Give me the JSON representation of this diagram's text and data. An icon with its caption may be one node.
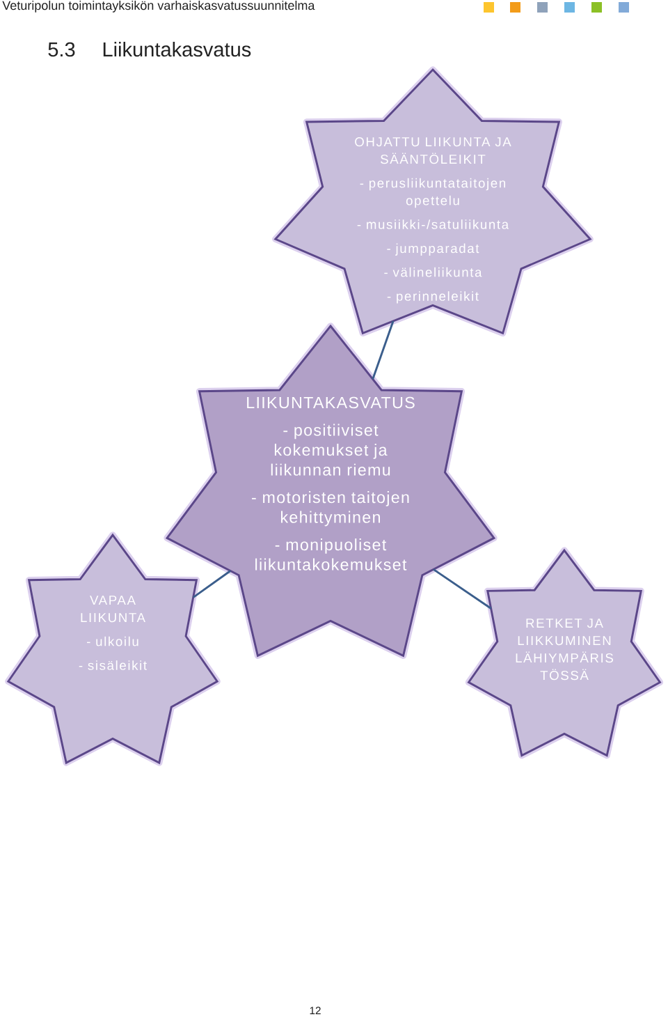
{
  "diagram": {
    "title": "5.3 Liikuntakasvatus",
    "nodes": [
      {
        "text": [
          "OHJATTU LIIKUNTA JA SÄÄNTÖLEIKIT",
          "- perusliikuntataitojen opettelu",
          "- musiikki-/satuliikunta",
          "- jumpparadat",
          "- välineliikunta",
          "- perinneleikit"
        ]
      },
      {
        "text": [
          "LIIKUNTAKASVATUS",
          "- positiiviset kokemukset ja liikunnan riemu",
          "- motoristen taitojen kehittyminen",
          "- monipuoliset liikuntakokemukset"
        ]
      },
      {
        "text": [
          "VAPAA LIIKUNTA",
          "- ulkoilu",
          "- sisäleikit"
        ]
      },
      {
        "text": [
          "RETKET JA LIIKKUMINEN LÄHIYMPÄRIS TÖSSÄ"
        ]
      }
    ],
    "edges": [
      {
        "from": 1,
        "to": 0,
        "arrow": "none"
      },
      {
        "from": 1,
        "to": 2,
        "arrow": "none"
      },
      {
        "from": 1,
        "to": 3,
        "arrow": "none"
      }
    ],
    "labels": [
      "Veturipolun toimintayksikön varhaiskasvatussuunnitelma",
      "12"
    ]
  }
}
